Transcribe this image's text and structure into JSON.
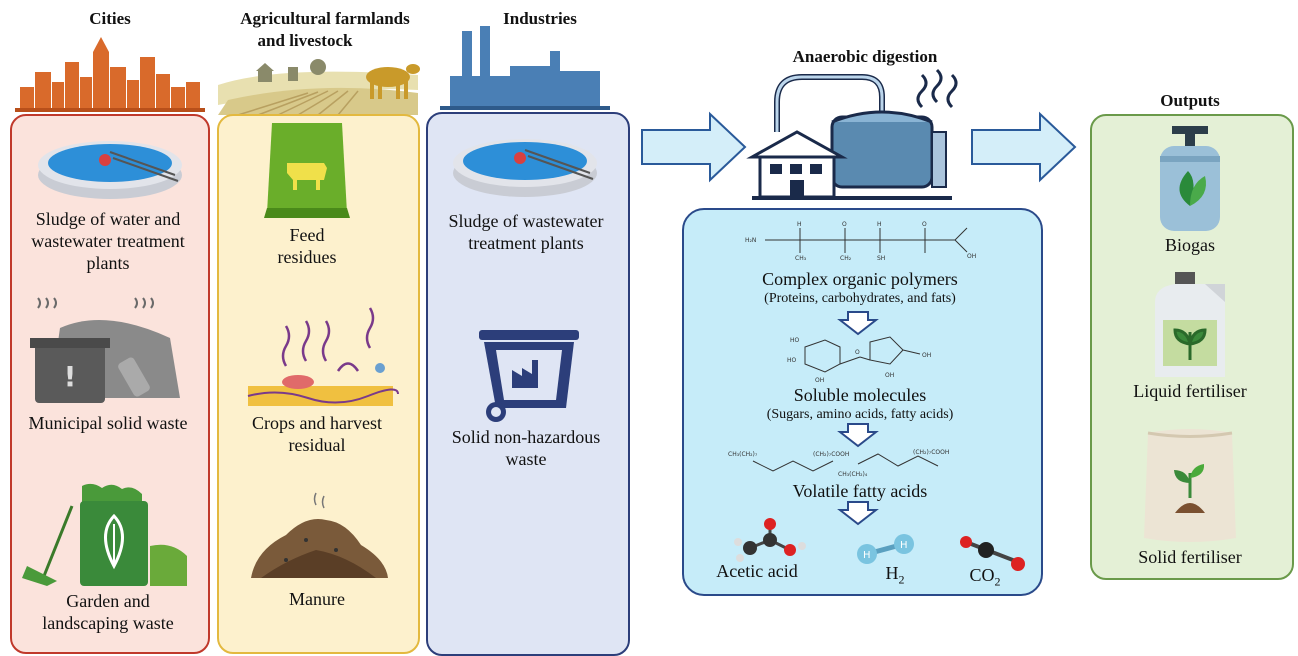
{
  "sources": {
    "cities": {
      "header": "Cities",
      "items": [
        "Sludge of water and wastewater treatment plants",
        "Municipal solid waste",
        "Garden and landscaping waste"
      ]
    },
    "agriculture": {
      "header_line1": "Agricultural farmlands",
      "header_line2": "and livestock",
      "items": [
        "Feed residues",
        "Crops and harvest residual",
        "Manure"
      ]
    },
    "industries": {
      "header": "Industries",
      "items": [
        "Sludge of wastewater treatment plants",
        "Solid non-hazardous waste"
      ]
    }
  },
  "digestion": {
    "header": "Anaerobic digestion",
    "steps": [
      {
        "title": "Complex organic polymers",
        "subtitle": "(Proteins, carbohydrates, and fats)"
      },
      {
        "title": "Soluble molecules",
        "subtitle": "(Sugars, amino acids, fatty acids)"
      },
      {
        "title": "Volatile fatty acids",
        "subtitle": ""
      }
    ],
    "products": {
      "acetic": "Acetic acid",
      "h2": "H",
      "h2_sub": "2",
      "co2": "CO",
      "co2_sub": "2"
    }
  },
  "outputs": {
    "header": "Outputs",
    "items": [
      "Biogas",
      "Liquid fertiliser",
      "Solid fertiliser"
    ]
  },
  "colors": {
    "cities_fill": "#fbe3dc",
    "cities_border": "#c0392b",
    "agri_fill": "#fdf1cd",
    "agri_border": "#e3b93f",
    "ind_fill": "#dfe5f4",
    "ind_border": "#2c3e7a",
    "dig_fill": "#c6ecf9",
    "dig_border": "#2a4a8a",
    "out_fill": "#e4f0d6",
    "out_border": "#6a9a4a",
    "arrow": "#d4eef9",
    "city_orange": "#d96a2b",
    "ind_blue": "#4a7fb5"
  }
}
